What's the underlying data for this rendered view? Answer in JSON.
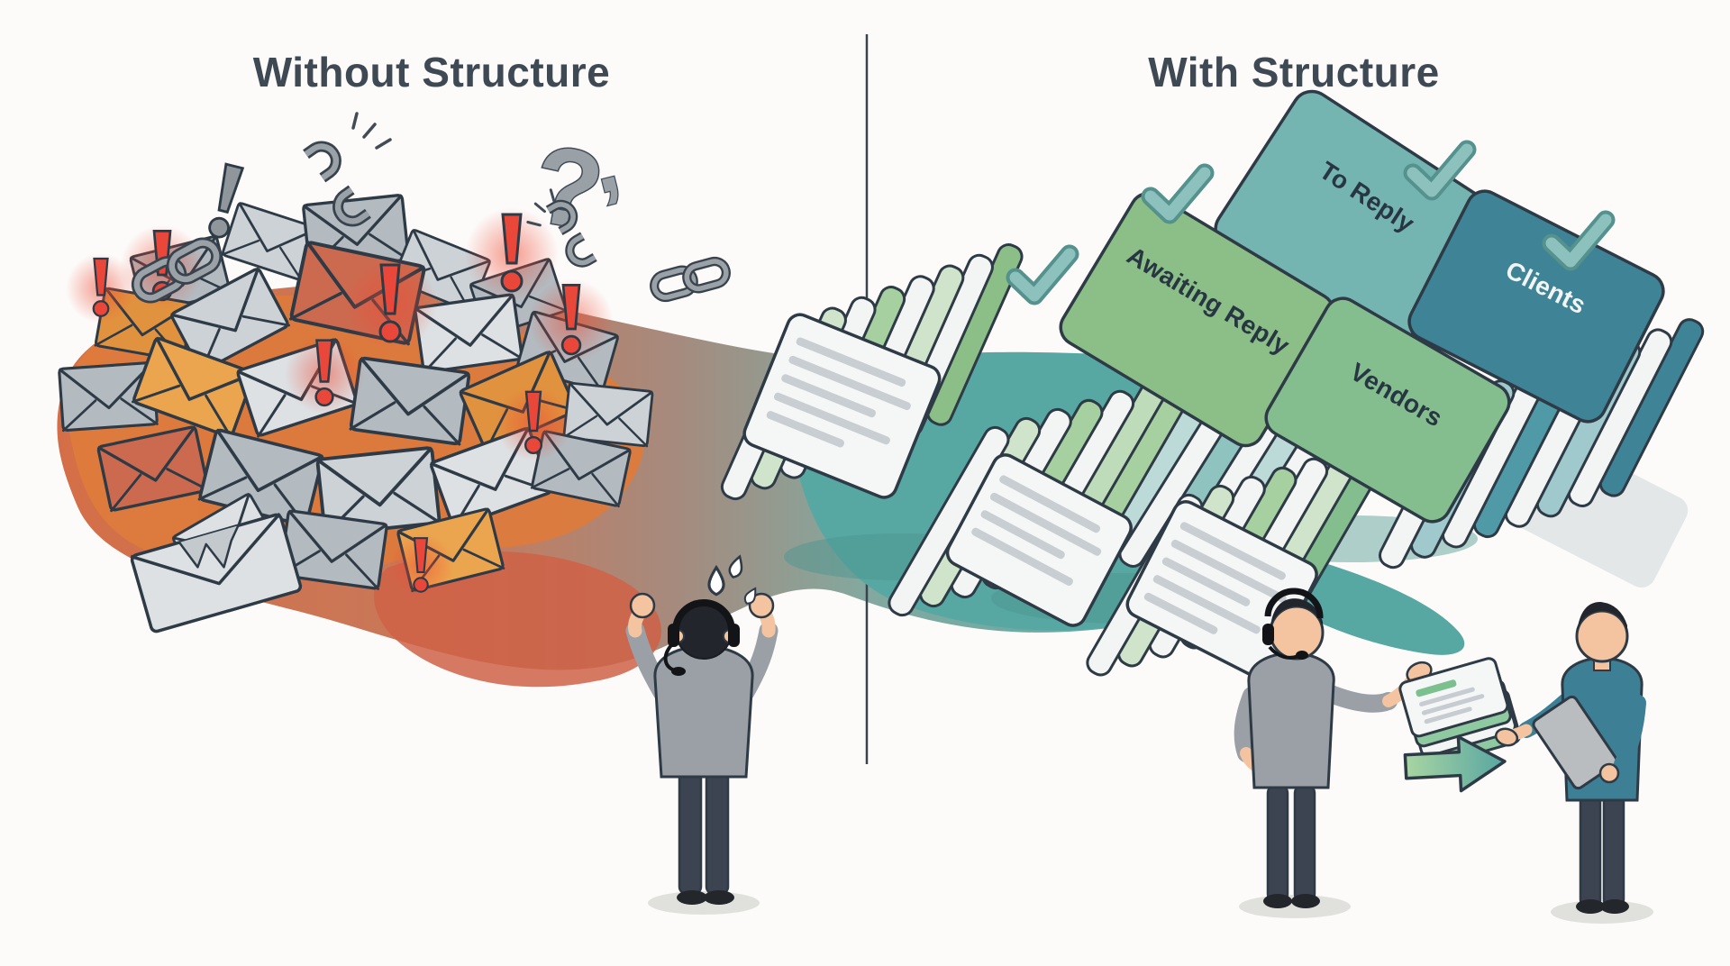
{
  "titles": {
    "left": "Without Structure",
    "right": "With Structure"
  },
  "folder_labels": {
    "awaiting_reply": "Awaiting Reply",
    "to_reply": "To Reply",
    "vendors": "Vendors",
    "clients": "Clients"
  },
  "icons": {
    "question": "?",
    "question_curl": ",",
    "warning": "!",
    "checkmark": "✓",
    "broken_link": "⛓",
    "arrow_right": "→"
  },
  "colors": {
    "title_text": "#3e4954",
    "outline": "#2e3a45",
    "alert_red": "#e8473a",
    "chaos_orange": "#dd7b3c",
    "chaos_rust": "#cf6147",
    "envelope_gray": "#b3bac0",
    "envelope_light_gray": "#dde1e4",
    "envelope_orange": "#e1923e",
    "envelope_red": "#cc6a4f",
    "organized_teal": "#57a7a2",
    "folder_green": "#8cbe87",
    "folder_teal": "#74b4b1",
    "folder_dark_teal": "#3e8396",
    "check_teal": "#8cc1bd",
    "card_white": "#f5f7f6",
    "card_line_gray": "#c9ced2",
    "skin": "#f3c49f",
    "shirt_gray": "#9aa0a5",
    "shirt_blue": "#3d7f95",
    "pants_dark": "#3c4351"
  }
}
